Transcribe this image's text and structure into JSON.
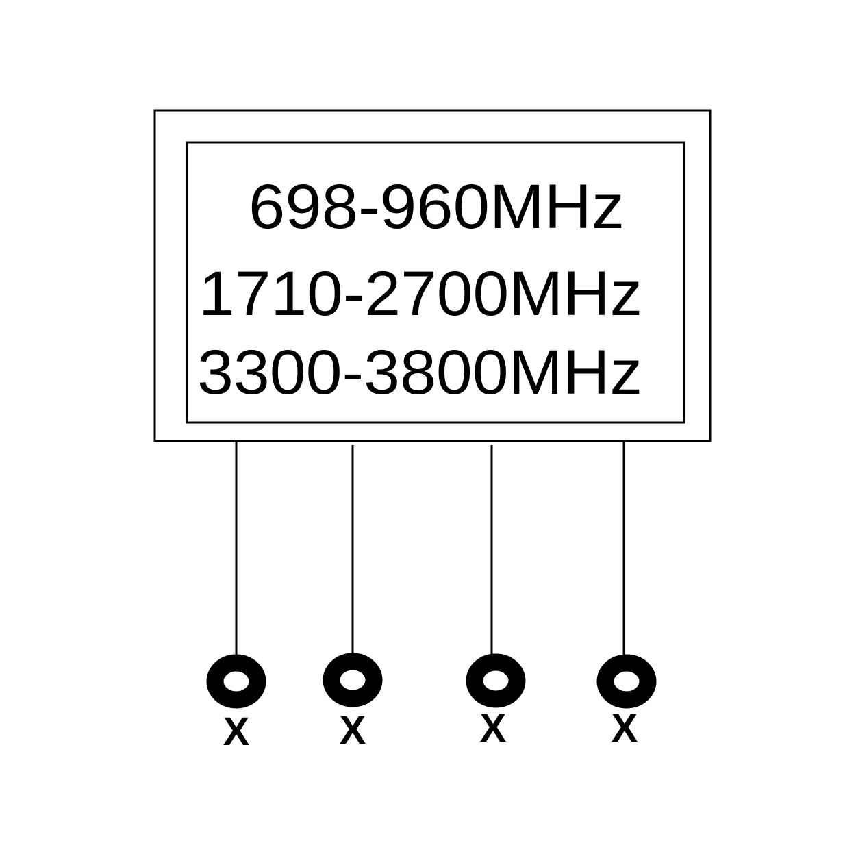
{
  "antenna": {
    "bands": [
      "698-960MHz",
      "1710-2700MHz",
      "3300-3800MHz"
    ]
  },
  "ports": [
    {
      "label": "X"
    },
    {
      "label": "X"
    },
    {
      "label": "X"
    },
    {
      "label": "X"
    }
  ],
  "colors": {
    "line": "#000000",
    "background": "#ffffff"
  }
}
